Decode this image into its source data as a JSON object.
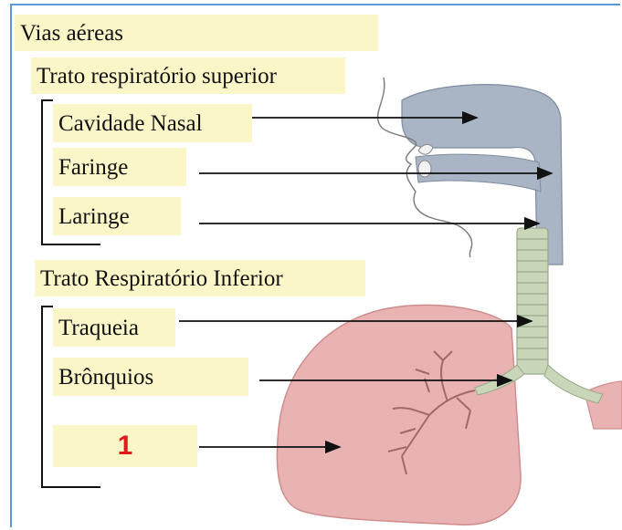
{
  "title": "Vias aéreas",
  "upper_tract": {
    "label": "Trato respiratório superior",
    "items": [
      "Cavidade Nasal",
      "Faringe",
      "Laringe"
    ]
  },
  "lower_tract": {
    "label": "Trato Respiratório Inferior",
    "items": [
      "Traqueia",
      "Brônquios",
      "1"
    ]
  },
  "colors": {
    "label_bg": "#fbf6c8",
    "airway": "#a9b4c4",
    "lung": "#e9b3b3",
    "trachea": "#c9d6b8",
    "highlight_number": "#e01b1b",
    "frame": "#5b9bd5"
  }
}
